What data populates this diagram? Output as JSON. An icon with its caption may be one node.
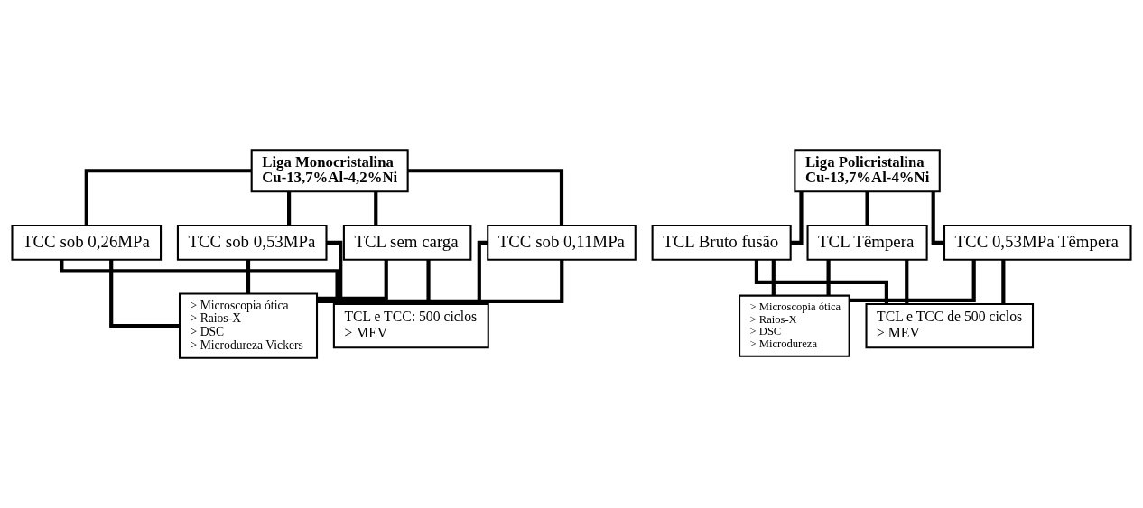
{
  "diagram": {
    "nodes": [
      {
        "text": [
          "Liga Monocristalina",
          "Cu-13,7%Al-4,2%Ni"
        ]
      },
      {
        "text": [
          "TCL sem carga"
        ]
      },
      {
        "text": [
          "TCC sob 0,11MPa"
        ]
      },
      {
        "text": [
          "TCC sob 0,26MPa"
        ]
      },
      {
        "text": [
          "TCC sob 0,53MPa"
        ]
      },
      {
        "text": [
          "> Microscopia ótica",
          "> Raios-X",
          "> DSC",
          "> Microdureza Vickers"
        ]
      },
      {
        "text": [
          "TCL e TCC: 500 ciclos",
          "> MEV"
        ]
      },
      {
        "text": [
          "Liga Policristalina",
          "Cu-13,7%Al-4%Ni"
        ]
      },
      {
        "text": [
          "TCL Bruto fusão"
        ]
      },
      {
        "text": [
          "TCL Têmpera"
        ]
      },
      {
        "text": [
          "TCC 0,53MPa Têmpera"
        ]
      },
      {
        "text": [
          "> Microscopia ótica",
          "> Raios-X",
          "> DSC",
          "> Microdureza"
        ]
      },
      {
        "text": [
          "TCL e TCC de 500 ciclos",
          "> MEV"
        ]
      }
    ],
    "edges": [
      {
        "from": 0,
        "to": 1,
        "arrow": "none"
      },
      {
        "from": 0,
        "to": 2,
        "arrow": "none"
      },
      {
        "from": 0,
        "to": 3,
        "arrow": "none"
      },
      {
        "from": 0,
        "to": 4,
        "arrow": "none"
      },
      {
        "from": 1,
        "to": 5,
        "arrow": "none"
      },
      {
        "from": 1,
        "to": 6,
        "arrow": "none"
      },
      {
        "from": 2,
        "to": 5,
        "arrow": "none"
      },
      {
        "from": 2,
        "to": 6,
        "arrow": "none"
      },
      {
        "from": 3,
        "to": 5,
        "arrow": "none"
      },
      {
        "from": 3,
        "to": 6,
        "arrow": "none"
      },
      {
        "from": 4,
        "to": 5,
        "arrow": "none"
      },
      {
        "from": 4,
        "to": 6,
        "arrow": "none"
      },
      {
        "from": 7,
        "to": 8,
        "arrow": "none"
      },
      {
        "from": 7,
        "to": 9,
        "arrow": "none"
      },
      {
        "from": 7,
        "to": 10,
        "arrow": "none"
      },
      {
        "from": 8,
        "to": 11,
        "arrow": "none"
      },
      {
        "from": 8,
        "to": 12,
        "arrow": "none"
      },
      {
        "from": 9,
        "to": 11,
        "arrow": "none"
      },
      {
        "from": 9,
        "to": 12,
        "arrow": "none"
      },
      {
        "from": 10,
        "to": 11,
        "arrow": "none"
      },
      {
        "from": 10,
        "to": 12,
        "arrow": "none"
      }
    ]
  }
}
